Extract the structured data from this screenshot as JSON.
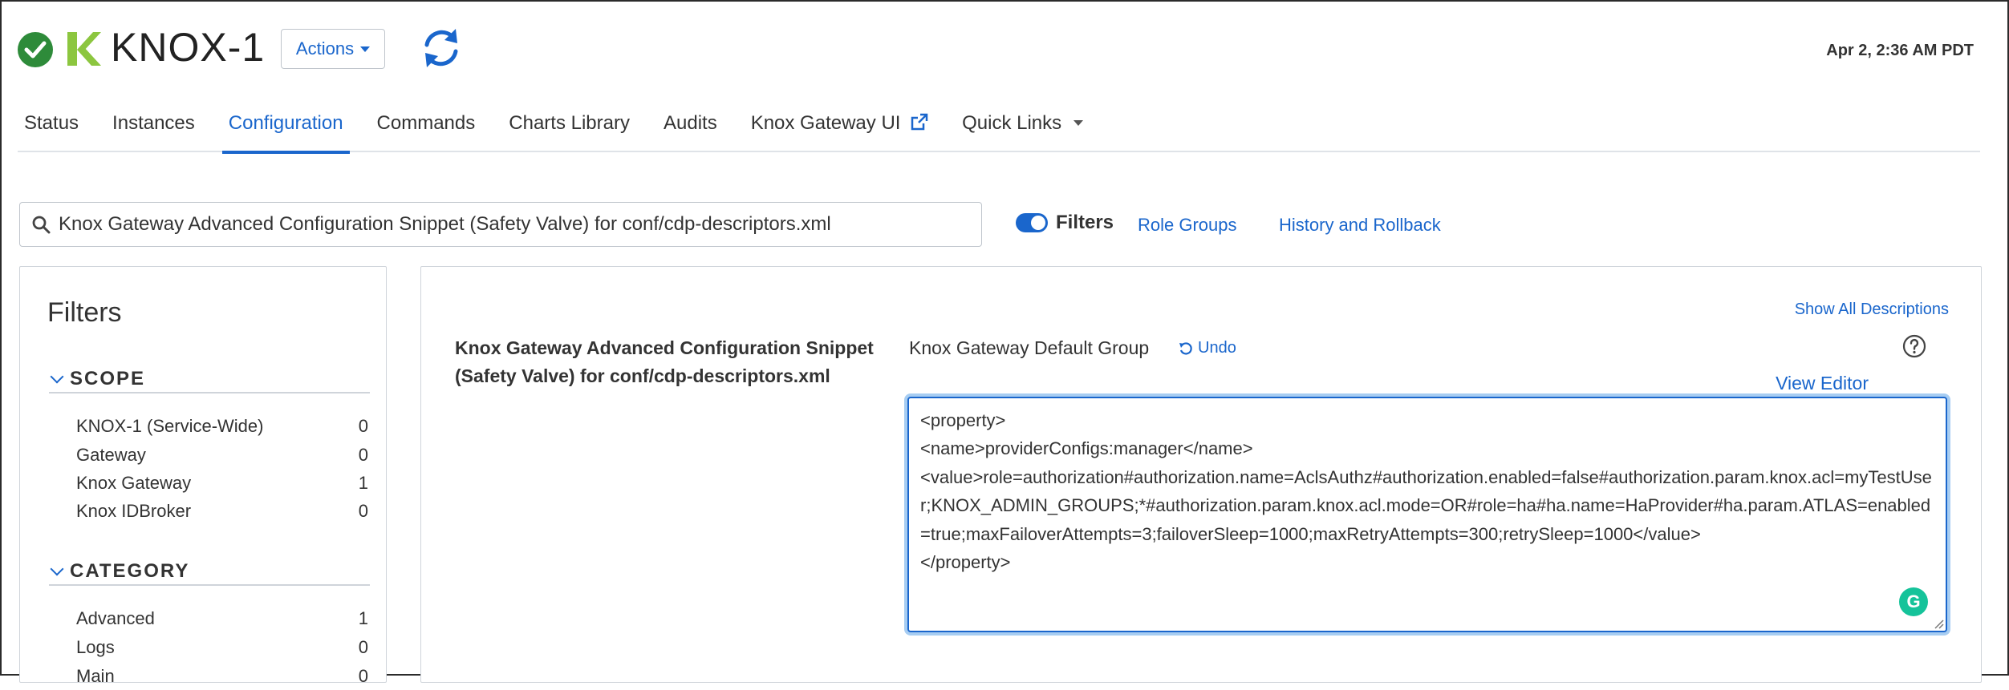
{
  "header": {
    "service_name": "KNOX-1",
    "actions_label": "Actions",
    "timestamp": "Apr 2, 2:36 AM PDT",
    "colors": {
      "status_ok": "#2e8b3a",
      "logo": "#8cc63f",
      "accent": "#1a66cc"
    }
  },
  "tabs": [
    {
      "label": "Status"
    },
    {
      "label": "Instances"
    },
    {
      "label": "Configuration"
    },
    {
      "label": "Commands"
    },
    {
      "label": "Charts Library"
    },
    {
      "label": "Audits"
    },
    {
      "label": "Knox Gateway UI",
      "icon": "external-link-icon"
    },
    {
      "label": "Quick Links",
      "icon": "chevron-down-icon"
    }
  ],
  "active_tab": "Configuration",
  "search": {
    "value": "Knox Gateway Advanced Configuration Snippet (Safety Valve) for conf/cdp-descriptors.xml"
  },
  "toolbar": {
    "filters_label": "Filters",
    "filters_enabled": true,
    "role_groups_label": "Role Groups",
    "history_label": "History and Rollback"
  },
  "sidebar": {
    "title": "Filters",
    "scope_title": "SCOPE",
    "scope_items": [
      {
        "label": "KNOX-1 (Service-Wide)",
        "count": "0"
      },
      {
        "label": "Gateway",
        "count": "0"
      },
      {
        "label": "Knox Gateway",
        "count": "1"
      },
      {
        "label": "Knox IDBroker",
        "count": "0"
      }
    ],
    "category_title": "CATEGORY",
    "category_items": [
      {
        "label": "Advanced",
        "count": "1"
      },
      {
        "label": "Logs",
        "count": "0"
      },
      {
        "label": "Main",
        "count": "0"
      }
    ]
  },
  "config": {
    "show_all_label": "Show All Descriptions",
    "property_label": "Knox Gateway Advanced Configuration Snippet (Safety Valve) for conf/cdp-descriptors.xml",
    "group_name": "Knox Gateway Default Group",
    "undo_label": "Undo",
    "view_editor_label": "View Editor",
    "editor_value": "<property>\n<name>providerConfigs:manager</name>\n<value>role=authorization#authorization.name=AclsAuthz#authorization.enabled=false#authorization.param.knox.acl=myTestUser;KNOX_ADMIN_GROUPS;*#authorization.param.knox.acl.mode=OR#role=ha#ha.name=HaProvider#ha.param.ATLAS=enabled=true;maxFailoverAttempts=3;failoverSleep=1000;maxRetryAttempts=300;retrySleep=1000</value>\n</property>"
  }
}
